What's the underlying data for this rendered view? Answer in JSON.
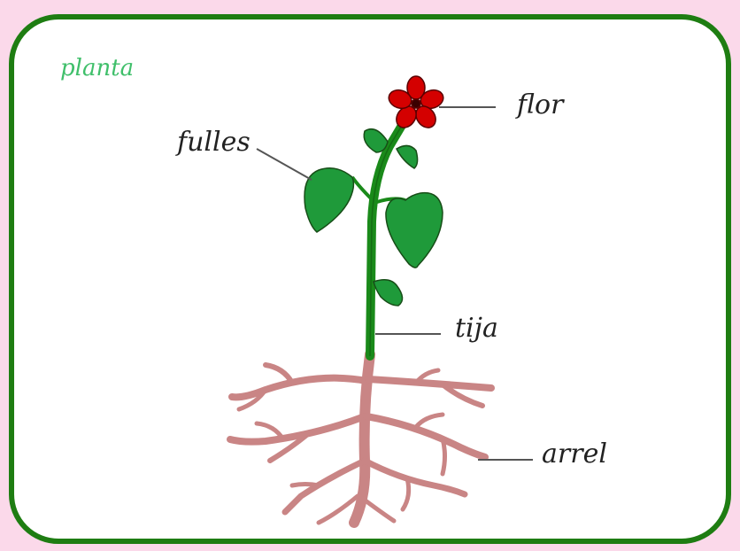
{
  "title": "planta",
  "labels": {
    "flower": "flor",
    "leaves": "fulles",
    "stem": "tija",
    "root": "arrel"
  },
  "colors": {
    "frame": "#1e7d12",
    "background": "#fbd9ea",
    "title": "#3fbf6a",
    "stem": "#1a8a1a",
    "leaf": "#1f9a3a",
    "flower": "#d40000",
    "root": "#c98585"
  }
}
